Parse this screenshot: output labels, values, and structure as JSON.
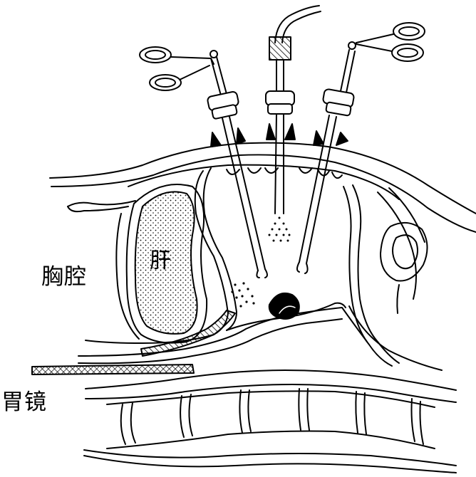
{
  "labels": {
    "chest": "胸腔",
    "gastroscope": "胃镜",
    "liver": "肝"
  },
  "colors": {
    "ink": "#000000",
    "paper": "#ffffff"
  },
  "icons": [
    "left-forceps-icon",
    "center-spray-catheter-icon",
    "right-forceps-icon"
  ]
}
